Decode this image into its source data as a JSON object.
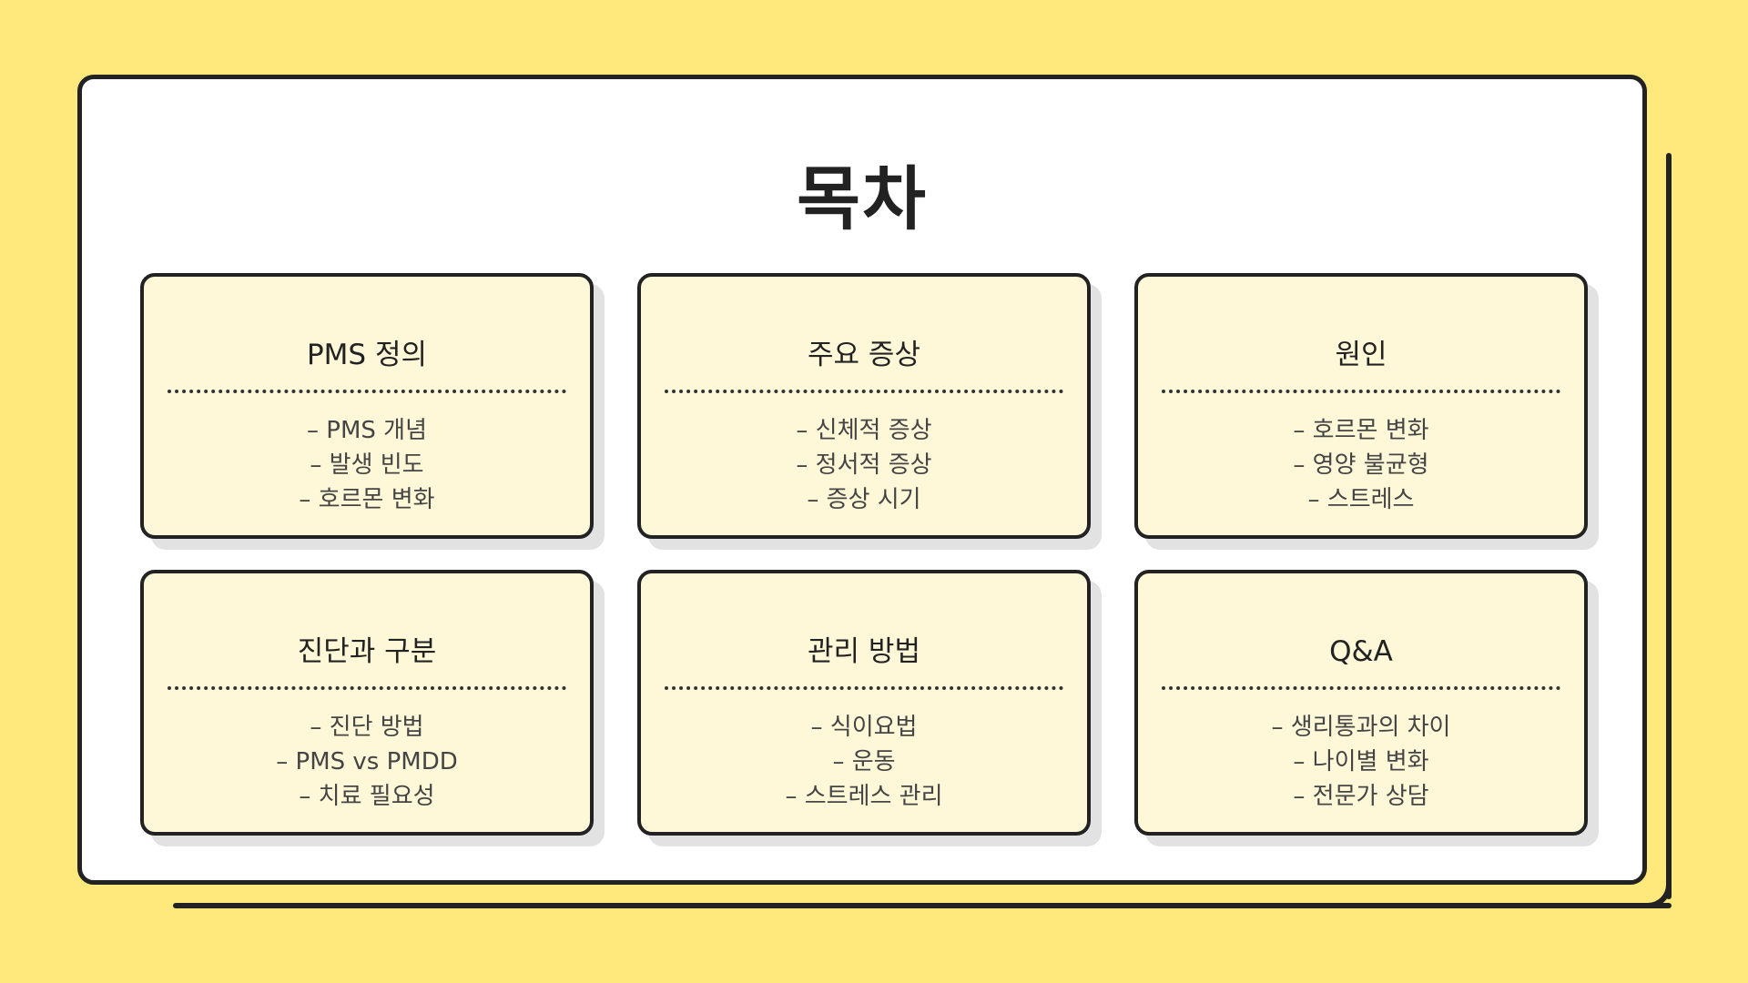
{
  "title": "목차",
  "colors": {
    "background": "#FFE97C",
    "panel": "#FFFFFF",
    "card": "#FFF8D8",
    "border": "#222222",
    "shadow": "#E2E2E2"
  },
  "cards": [
    {
      "title": "PMS 정의",
      "items": [
        "– PMS 개념",
        "– 발생 빈도",
        "– 호르몬 변화"
      ]
    },
    {
      "title": "주요 증상",
      "items": [
        "– 신체적 증상",
        "– 정서적 증상",
        "– 증상 시기"
      ]
    },
    {
      "title": "원인",
      "items": [
        "– 호르몬 변화",
        "– 영양 불균형",
        "– 스트레스"
      ]
    },
    {
      "title": "진단과 구분",
      "items": [
        "– 진단 방법",
        "– PMS vs PMDD",
        "– 치료 필요성"
      ]
    },
    {
      "title": "관리 방법",
      "items": [
        "– 식이요법",
        "– 운동",
        "– 스트레스 관리"
      ]
    },
    {
      "title": "Q&A",
      "items": [
        "– 생리통과의 차이",
        "– 나이별 변화",
        "– 전문가 상담"
      ]
    }
  ]
}
